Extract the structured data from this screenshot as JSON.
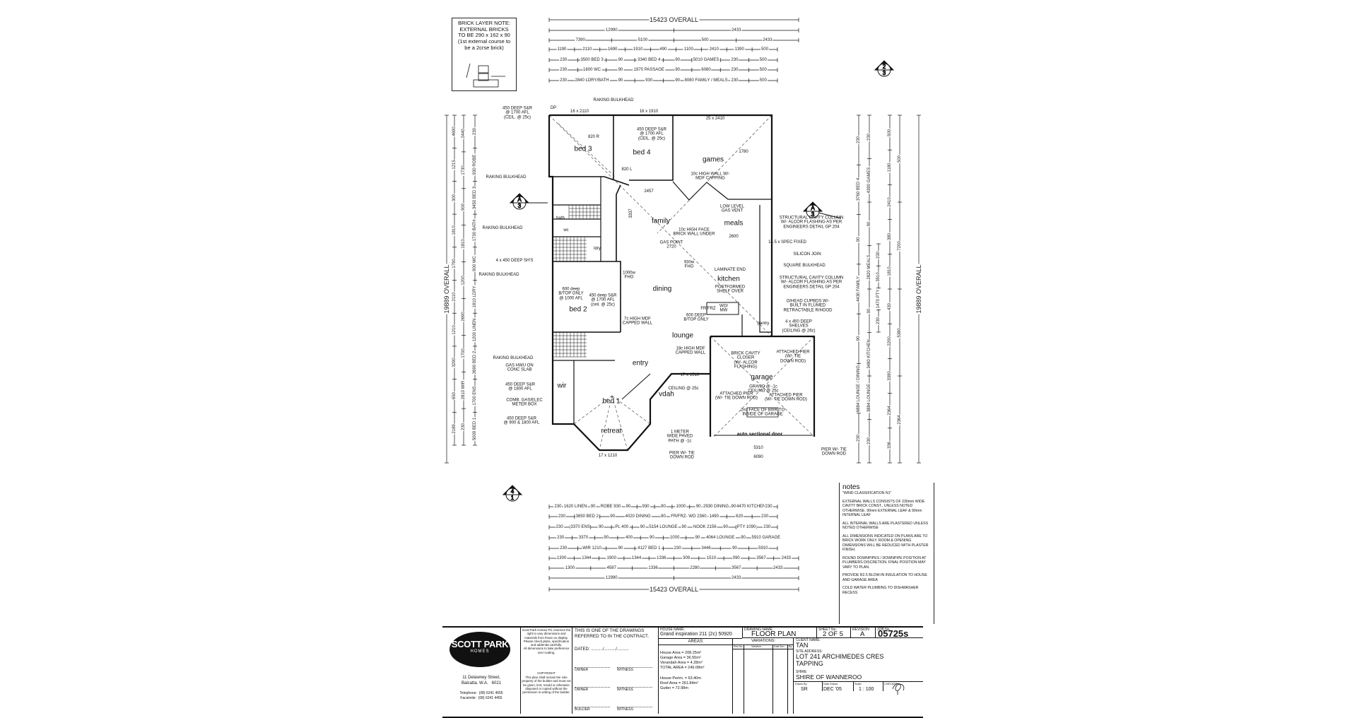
{
  "brick_note": {
    "title": "BRICK LAYER NOTE:",
    "lines": [
      "EXTERNAL BRICKS",
      "TO BE 290 x 162 x 90",
      "(1st external course to",
      "be a 2crse brick)"
    ]
  },
  "plan": {
    "rooms": [
      "bed 3",
      "bed 4",
      "games",
      "family",
      "meals",
      "dining",
      "kitchen",
      "bed 2",
      "lounge",
      "entry",
      "bed 1",
      "retreat",
      "vdah",
      "garage",
      "wir",
      "bath",
      "wc",
      "ldry",
      "pantry",
      "auto sectional door"
    ],
    "section_markers": [
      {
        "letter": "A",
        "number": "3"
      },
      {
        "letter": "A",
        "number": "3"
      },
      {
        "letter": "2",
        "number": "3"
      },
      {
        "letter": "4",
        "number": "1"
      }
    ],
    "annotations": [
      "450 DEEP S&R\n@ 1700 AFL\n(CEIL. @ 25c)",
      "RAKING BULKHEAD",
      "RAKING BULKHEAD",
      "4 x 450 DEEP SH'S",
      "RAKING BULKHEAD",
      "RAKING BULKHEAD",
      "GAS HWU ON\nCONC SLAB",
      "450 DEEP S&R\n@ 1800 AFL",
      "COMB. GAS/ELEC\nMETER BOX",
      "450 DEEP S&R\n@ 900 & 1800 AFL",
      "RAKING BULKHEAD",
      "DP",
      "16 x 2110",
      "16 x 1910",
      "25 x 2410",
      "450 DEEP S&R\n@ 1700 AFL\n(CEIL. @ 25c)",
      "10c HIGH WALL W/-\nMDF CAPPING",
      "LOW LEVEL\nGAS VENT",
      "10c HIGH FACE\nBRICK WALL UNDER",
      "GAS POINT\n2720",
      "LAMINATE END",
      "POSTFORMED\nSHELF OVER",
      "600 DEEP\nB/TOP ONLY",
      "FR/FRZ",
      "WO/\nMW",
      "930w\nFHO",
      "1000w\nFHO",
      "600 deep\nB/TOP ONLY\n@ 1000 AFL",
      "450 deep S&R\n@ 1700 AFL\n(ceil. @ 25c)",
      "7c HIGH MDF\nCAPPED WALL",
      "18c HIGH MDF\nCAPPED WALL",
      "BRICK CAVITY\nCLOSER\n(W/- ALCOR\nFLASHING)",
      "ATTACHED PIER\n(W/- TIE\nDOWN ROD)",
      "GRANO @ -1c\nCEILING @ 25c",
      "CEILING @ 25c",
      "ATTACHED PIER\n(W/- TIE DOWN ROD)",
      "ATTACHED PIER\n(W/- TIE DOWN ROD)",
      "2nd FACE OF BWK TO\nINSIDE OF GARAGE",
      "1 METER\nWIDE PAVED\nPATH @ -1c",
      "PIER W/- TIE\nDOWN ROD",
      "PIER W/- TIE\nDOWN ROD",
      "5310",
      "6090",
      "STRUCTURAL CAVITY COLUMN\nW/- ALCOR FLASHING AS PER\nENGINEERS DETAIL GP 204",
      "14.5 x SPEC FIXED",
      "SILICON JOIN",
      "SQUARE BULKHEAD",
      "STRUCTURAL CAVITY COLUMN\nW/- ALCOR FLASHING AS PER\nENGINEERS DETAIL GP 204",
      "O/HEAD CUPBDS W/-\nBUILT IN FLUMED\nRETRACTABLE R/HOOD",
      "4 x 450 DEEP\nSHELVES\n(CEILING @ 26c)",
      "17 x 1510",
      "17 x 1210",
      "820 L",
      "820 R",
      "2457",
      "2600",
      "1780",
      "3337"
    ],
    "top_dims": [
      [
        "15423 OVERALL"
      ],
      [
        "12990",
        "2433"
      ],
      [
        "7390",
        "5100",
        "500",
        "2433"
      ],
      [
        "1190",
        "2110",
        "1690",
        "1910",
        "490",
        "1100",
        "2410",
        "1390",
        "500"
      ],
      [
        "230",
        "3500 BED 3",
        "90",
        "3340 BED 4",
        "90",
        "5010 GAMES",
        "230",
        "500"
      ],
      [
        "230",
        "1800 WC",
        "90",
        "1970 PASSAGE",
        "90",
        "6080",
        "230",
        "500"
      ],
      [
        "230",
        "2840 LDRY/BATH",
        "90",
        "930",
        "90",
        "8080 FAMILY / MEALS",
        "230",
        "500"
      ]
    ],
    "bottom_dims": [
      [
        "230",
        "1620 LINEN",
        "90",
        "ROBE 930",
        "90",
        "930",
        "90",
        "1000",
        "90",
        "2930 DINING",
        "90",
        "4470 KITCHEN",
        "230"
      ],
      [
        "230",
        "3650 BED 2",
        "90",
        "4020 DINING",
        "90",
        "FR/FRZ- WO 2360",
        "1490",
        "620",
        "230"
      ],
      [
        "230",
        "3370 ENS",
        "90",
        "PL 400",
        "90",
        "5154 LOUNGE",
        "90",
        "NOOK 2156",
        "90",
        "PTY 1090",
        "230"
      ],
      [
        "230",
        "3370",
        "90",
        "400",
        "90",
        "1000",
        "90",
        "4064 LOUNGE",
        "90",
        "5910 GARAGE"
      ],
      [
        "230",
        "WIR 1210",
        "90",
        "4127 BED 1",
        "230",
        "3446",
        "90",
        "5910"
      ],
      [
        "1300",
        "1344",
        "1900",
        "1344",
        "1336",
        "309",
        "1510",
        "090",
        "3567",
        "2433"
      ],
      [
        "1300",
        "4587",
        "1336",
        "2280",
        "3567",
        "2433"
      ],
      [
        "12990",
        "2433"
      ],
      [
        "15423 OVERALL"
      ]
    ],
    "left_dims": [
      [
        "19889 OVERALL"
      ],
      [
        "4690",
        "1215",
        "300",
        "1810",
        "1790",
        "2110",
        "1210",
        "3290",
        "650",
        "2189"
      ],
      [
        "2440",
        "1730",
        "900",
        "1810",
        "1200",
        "2690",
        "1700",
        "2810 WIR",
        "230"
      ],
      [
        "230",
        "930 ROBE",
        "3450 BED 3",
        "1730 BATH",
        "900 WC",
        "1810 LDRY",
        "1200 LINEN",
        "2690 BED 2",
        "1700 ENS",
        "5009 BED 1"
      ]
    ],
    "right_dims": [
      [
        "230",
        "3760 BED 4",
        "90",
        "4430 FAMILY",
        "90",
        "6884 LOUNGE / DINING",
        "230"
      ],
      [
        "230",
        "4390 GAMES",
        "90",
        "2820 MEALS",
        "90",
        "3480 KITCHEN",
        "3884 LOUNGE",
        "230"
      ],
      [
        "230",
        "3510",
        "1470 PTY",
        "230"
      ],
      [
        "500",
        "1180",
        "2410",
        "380",
        "1810",
        "430",
        "2200",
        "3390",
        "2364",
        "336"
      ],
      [
        "500",
        "7200",
        "5380",
        "2364"
      ],
      [
        "19889 OVERALL"
      ]
    ]
  },
  "notes": {
    "title": "notes",
    "items": [
      "\"WIND CLASSIFICATION N1\"",
      "EXTERNAL WALLS CONSISTS OF 230mm WIDE CAVITY BRICK CONST., UNLESS NOTED OTHERWISE. 90mm EXTERNAL LEAF & 90mm INTERNAL LEAF",
      "ALL INTERNAL WALLS ARE PLASTERED UNLESS NOTED OTHERWISE",
      "ALL DIMENSIONS INDICATED ON PLANS ARE TO BRICK WORK ONLY. ROOM & OPENING DIMENSIONS WILL BE REDUCED WITH PLASTER FINISH.",
      "ROUND DOWNPIPES / DOWNPIPE POSITION AT PLUMBERS DISCRETION. FINAL POSITION MAY VARY TO PLAN.",
      "PROVIDE R2.5 BLOW-IN INSULATION TO HOUSE AND GARAGE AREA",
      "COLD WATER PLUMBING TO DISHWASHER RECESS"
    ]
  },
  "title_block": {
    "company": {
      "logo_text": "SCOTT PARK",
      "logo_sub": "HOMES",
      "address1": "11 Delawney Street,",
      "address2": "Balcatta. W.A.   6021",
      "telephone": "Telephone:  (08) 6241 4555",
      "facsimile": "Facsimile:  (08) 6241 4455"
    },
    "disclaimer": "Scott Park Homes P/L reserves the right to vary dimensions and materials from those on display.\nPlease check plans, specification and addenda carefully.\nAll dimensions to take preference over scaling.",
    "copyright_title": "COPYRIGHT",
    "copyright": "This plan shall remain the sole property of the builder and must not be given, lent, resold or otherwise disposed or copied without the permission in writing of the builder.",
    "contract_note": "THIS IS ONE OF THE DRAWINGS\nREFERRED TO IN THE CONTRACT.",
    "dated": "DATED: ........../........../..........",
    "signatures": [
      "OWNER",
      "WITNESS",
      "OWNER",
      "WITNESS",
      "BUILDER",
      "WITNESS"
    ],
    "house_name_label": "HOUSE NAME:",
    "house_name": "Grand inspiration 211 (2c) 50920",
    "areas_label": "AREAS:",
    "areas": [
      "House Area = 208.25m²",
      "Garage Area = 36.55m²",
      "Verandah Area = 4.28m²",
      "TOTAL AREA = 249.08m²"
    ],
    "perimeter": [
      "House Perim. = 63.40m",
      "Roof Area = 261.84m²",
      "Gutter = 72.98m"
    ],
    "drawing_name_label": "DRAWING NAME:",
    "drawing_name": "FLOOR PLAN",
    "sheet_label": "SHEET No.",
    "sheet": "2 OF 5",
    "revision_label": "REVISION",
    "revision": "A",
    "job_label": "JOB No.",
    "job": "05725s",
    "variations_label": "VARIATIONS:",
    "variation_cols": [
      "Rev No:",
      "Variation:",
      "Date Drn:",
      "By:"
    ],
    "client_label": "CLIENT NAME:",
    "client": "TAN",
    "site_label": "SITE ADDRESS:",
    "site": "LOT 241 ARCHIMEDES CRES\nTAPPING",
    "shire_label": "SHIRE",
    "shire": "SHIRE OF WANNEROO",
    "drawn_by_label": "Drawn By:",
    "drawn_by": "SR",
    "date_label": "Date Drawn:",
    "date": "DEC '05",
    "scale_label": "Scale:",
    "scale": "1 : 100",
    "checked_label": "CHECKED"
  }
}
